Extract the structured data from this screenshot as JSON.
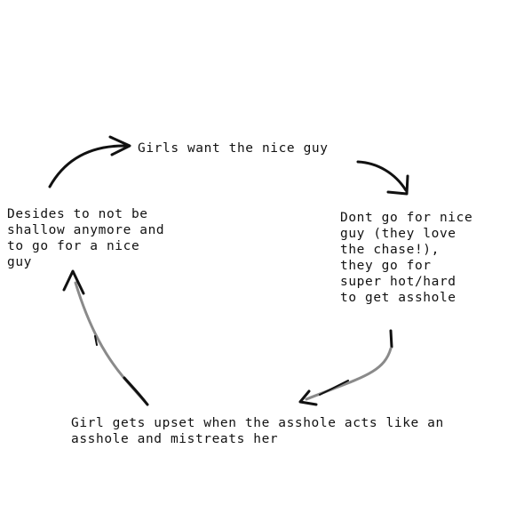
{
  "steps": {
    "top": "Girls want the nice guy",
    "right": "Dont go for nice\nguy (they love\nthe chase!),\nthey go for\nsuper hot/hard\nto get asshole",
    "bottom": "Girl gets upset when the asshole acts like an\nasshole and mistreats her",
    "left": "Desides to not be\nshallow anymore and\nto go for a nice\nguy"
  },
  "colors": {
    "ink": "#111111",
    "gray_ink": "#8a8a8a",
    "background": "#ffffff"
  }
}
